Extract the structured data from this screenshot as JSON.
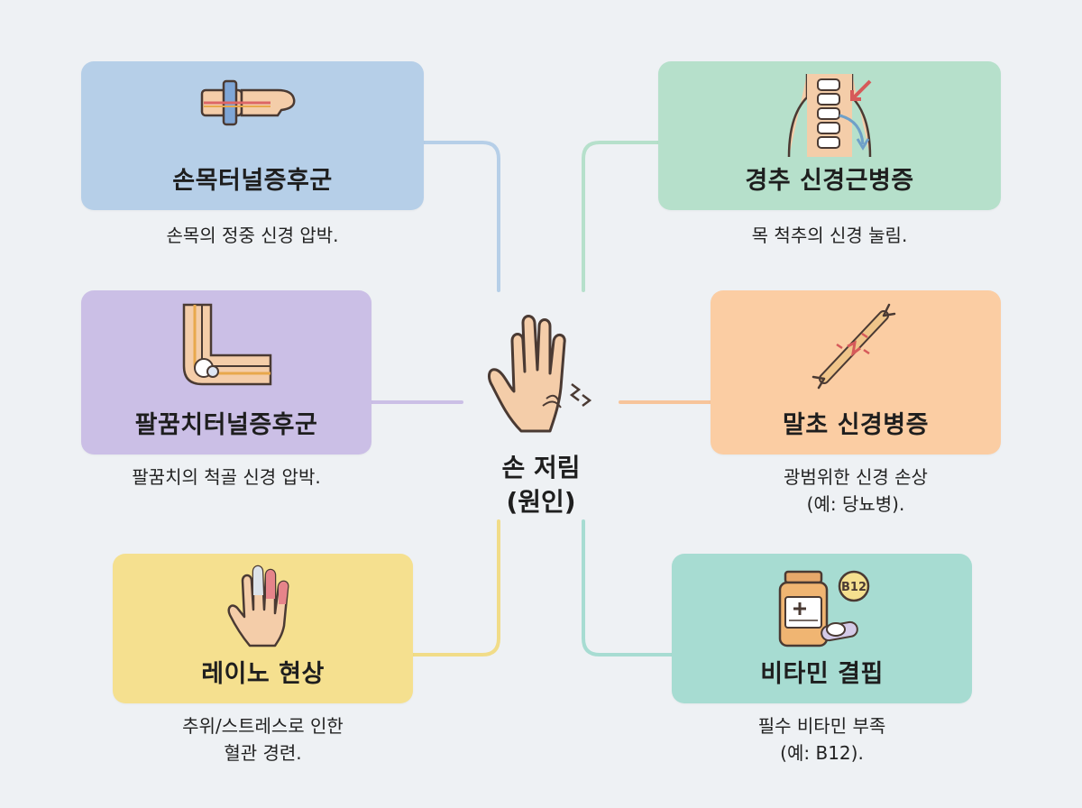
{
  "center": {
    "label_line1": "손 저림",
    "label_line2": "(원인)",
    "icon": "tingling-hand-icon"
  },
  "cards": {
    "carpal": {
      "title": "손목터널증후군",
      "desc_line1": "손목의 정중 신경 압박.",
      "desc_line2": "",
      "icon": "wrist-nerve-icon",
      "color": "#b6cfe8"
    },
    "cervical": {
      "title": "경추 신경근병증",
      "desc_line1": "목 척추의 신경 눌림.",
      "desc_line2": "",
      "icon": "neck-spine-icon",
      "color": "#b6e0cb"
    },
    "cubital": {
      "title": "팔꿈치터널증후군",
      "desc_line1": "팔꿈치의 척골 신경 압박.",
      "desc_line2": "",
      "icon": "elbow-icon",
      "color": "#cbbfe6"
    },
    "peripheral": {
      "title": "말초 신경병증",
      "desc_line1": "광범위한 신경 손상",
      "desc_line2": "(예: 당뇨병).",
      "icon": "damaged-nerve-icon",
      "color": "#fbcda3"
    },
    "raynaud": {
      "title": "레이노 현상",
      "desc_line1": "추위/스트레스로 인한",
      "desc_line2": "혈관 경련.",
      "icon": "cold-fingers-hand-icon",
      "color": "#f5e08f"
    },
    "vitamin": {
      "title": "비타민 결핍",
      "desc_line1": "필수 비타민 부족",
      "desc_line2": "(예: B12).",
      "icon": "vitamin-bottle-icon",
      "color": "#a7dcd2",
      "badge": "B12"
    }
  },
  "connector_colors": {
    "carpal": "#b6cfe8",
    "cervical": "#b6e0cb",
    "cubital": "#cbbfe6",
    "peripheral": "#f7c49a",
    "raynaud": "#f1dc88",
    "vitamin": "#a7dcd2"
  }
}
